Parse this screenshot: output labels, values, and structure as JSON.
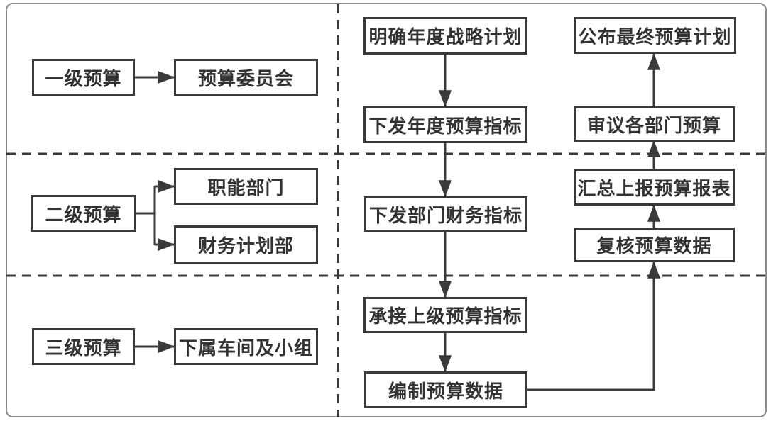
{
  "colors": {
    "line": "#3a3a3a",
    "box_border": "#3a3a3a",
    "text": "#333333",
    "frame": "#8c8c8c",
    "background": "#ffffff"
  },
  "left_panel": {
    "rows": [
      {
        "level": "一级预算",
        "targets": [
          "预算委员会"
        ]
      },
      {
        "level": "二级预算",
        "targets": [
          "职能部门",
          "财务计划部"
        ]
      },
      {
        "level": "三级预算",
        "targets": [
          "下属车间及小组"
        ]
      }
    ]
  },
  "flow": {
    "downward": [
      "明确年度战略计划",
      "下发年度预算指标",
      "下发部门财务指标",
      "承接上级预算指标",
      "编制预算数据"
    ],
    "upward": [
      "复核预算数据",
      "汇总上报预算报表",
      "审议各部门预算",
      "公布最终预算计划"
    ]
  }
}
